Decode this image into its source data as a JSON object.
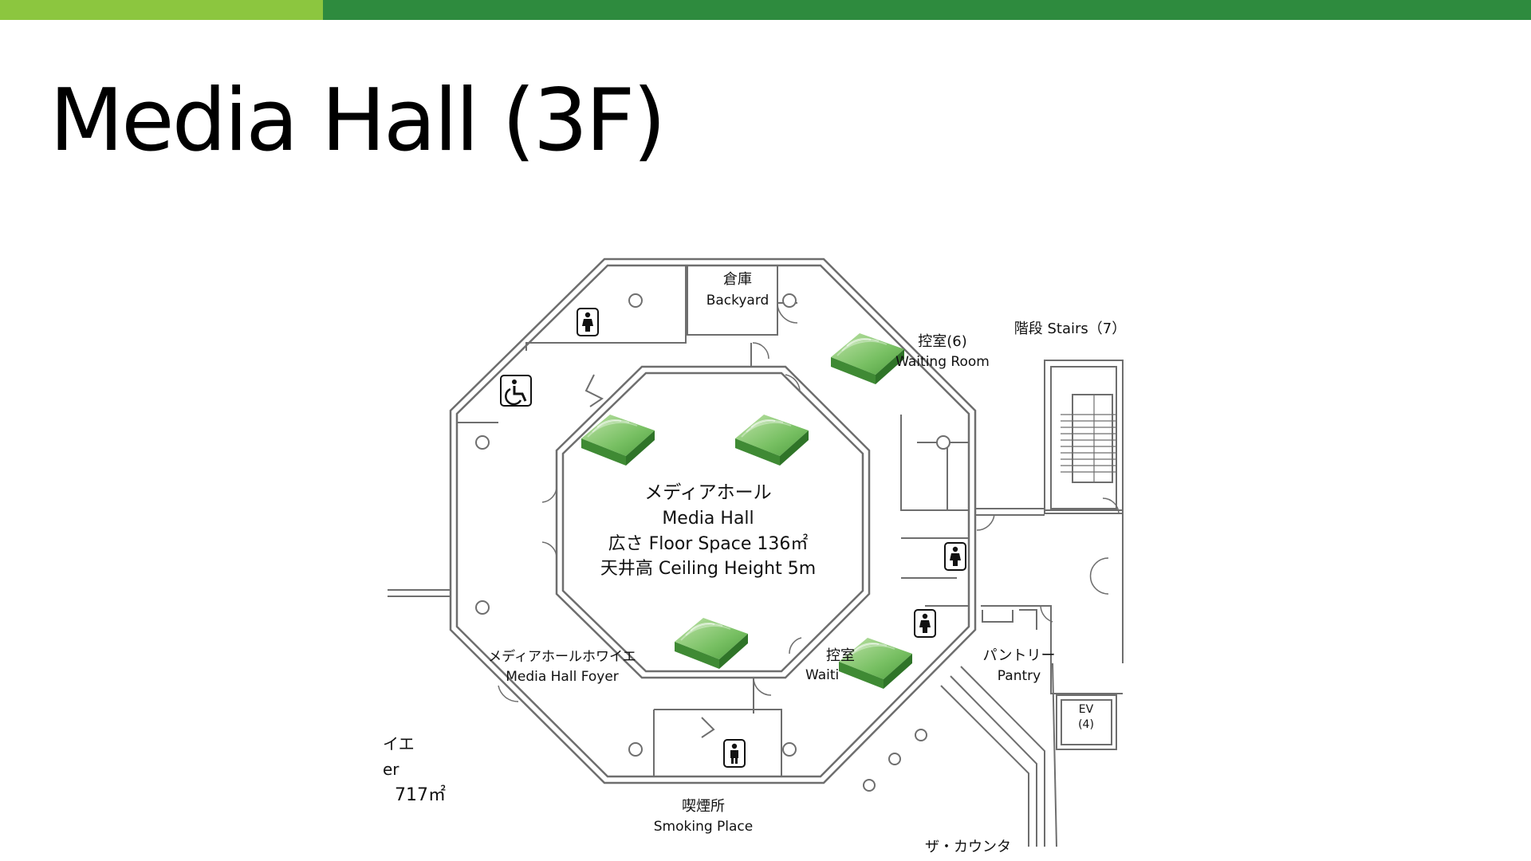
{
  "colors": {
    "accent_light": "#8cc63f",
    "accent_dark": "#2e8b3e",
    "wifi_green": "#6cbd5a",
    "line": "#6e6e6e"
  },
  "header": {
    "title": "Media Hall (3F)"
  },
  "floor_plan": {
    "rooms": {
      "backyard_ja": "倉庫",
      "backyard_en": "Backyard",
      "waiting_room_ja": "控室(6)",
      "waiting_room_en": "Waiting Room",
      "stairs": "階段 Stairs（7）",
      "hall_ja": "メディアホール",
      "hall_en": "Media Hall",
      "floor_space": "広さ Floor Space 136㎡",
      "ceiling_height": "天井高  Ceiling Height 5m",
      "foyer_ja": "メディアホールホワイエ",
      "foyer_en": "Media Hall Foyer",
      "waiting_room_2_ja": "控室",
      "waiting_room_2_en": "Waiti",
      "pantry_ja": "パントリー",
      "pantry_en": "Pantry",
      "ev": "EV",
      "ev_num": "(4)",
      "smoking_ja": "喫煙所",
      "smoking_en": "Smoking Place",
      "left_cut_1": "イエ",
      "left_cut_2": "er",
      "left_cut_3": "717㎡",
      "bottom_cut": "ザ・カウンタ"
    },
    "icons": [
      "female-restroom-icon",
      "accessible-restroom-icon",
      "female-restroom-icon",
      "female-restroom-icon",
      "male-restroom-icon",
      "wifi-access-point-icon"
    ]
  }
}
